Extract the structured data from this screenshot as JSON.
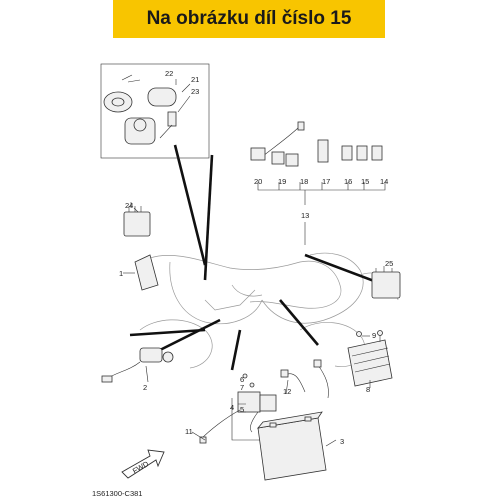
{
  "banner": {
    "text": "Na obrázku díl číslo 15"
  },
  "callouts": [
    {
      "label": "1"
    },
    {
      "label": "2"
    },
    {
      "label": "3"
    },
    {
      "label": "4"
    },
    {
      "label": "5"
    },
    {
      "label": "6"
    },
    {
      "label": "7"
    },
    {
      "label": "8"
    },
    {
      "label": "9"
    },
    {
      "label": "11"
    },
    {
      "label": "12"
    },
    {
      "label": "13"
    },
    {
      "label": "14"
    },
    {
      "label": "15"
    },
    {
      "label": "16"
    },
    {
      "label": "17"
    },
    {
      "label": "18"
    },
    {
      "label": "19"
    },
    {
      "label": "20"
    },
    {
      "label": "21"
    },
    {
      "label": "22"
    },
    {
      "label": "23"
    },
    {
      "label": "24"
    },
    {
      "label": "25"
    }
  ],
  "fwd_label": "FWD",
  "diagram_code": "1S61300-C381",
  "colors": {
    "banner": "#f8c500",
    "ink": "#222222",
    "ghost": "#9a9a9a"
  }
}
